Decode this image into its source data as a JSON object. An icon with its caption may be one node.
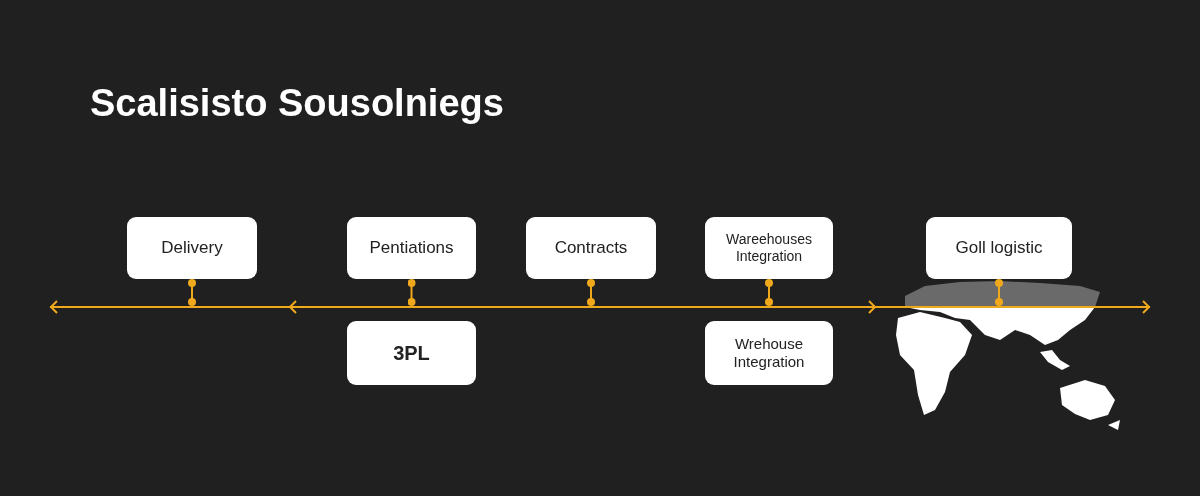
{
  "diagram": {
    "title": "Scalisisto Sousolniegs",
    "nodes": [
      {
        "text": [
          "Delivery"
        ]
      },
      {
        "text": [
          "Pentiations"
        ]
      },
      {
        "text": [
          "Contracts"
        ]
      },
      {
        "text": [
          "Wareehouses Integration"
        ]
      },
      {
        "text": [
          "Goll logistic"
        ]
      },
      {
        "text": [
          "3PL"
        ]
      },
      {
        "text": [
          "Wrehouse Integration"
        ]
      },
      {
        "text": [],
        "shape": "line"
      }
    ],
    "edges": [
      {
        "from": 0,
        "to": 7,
        "arrow": "other"
      },
      {
        "from": 1,
        "to": 7,
        "arrow": "other"
      },
      {
        "from": 2,
        "to": 7,
        "arrow": "other"
      },
      {
        "from": 3,
        "to": 7,
        "arrow": "other"
      },
      {
        "from": 4,
        "to": 7,
        "arrow": "other"
      }
    ]
  }
}
